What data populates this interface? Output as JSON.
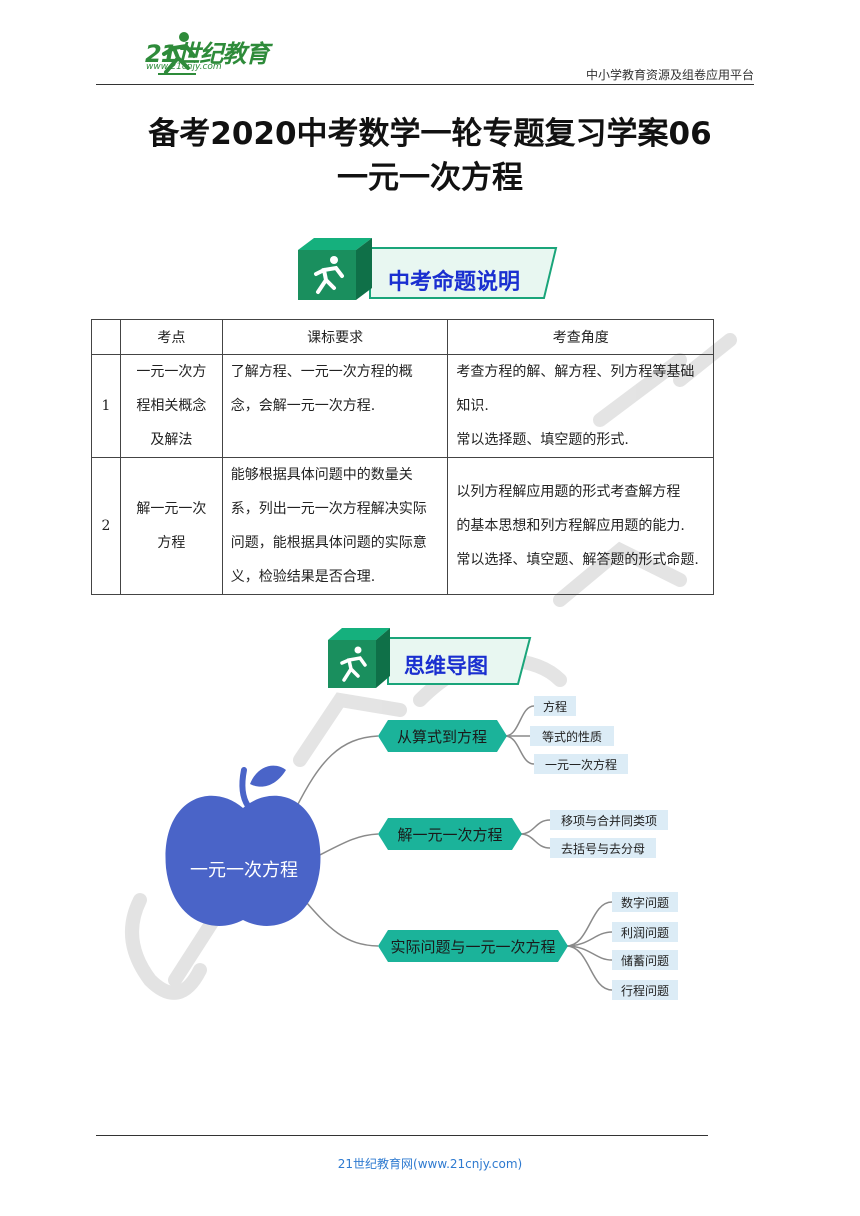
{
  "header": {
    "logo_text": "21世纪教育",
    "logo_sub": "www.21cnjy.com",
    "right_text": "中小学教育资源及组卷应用平台"
  },
  "title": {
    "line1": "备考2020中考数学一轮专题复习学案06",
    "line2": "一元一次方程"
  },
  "section1": {
    "label": "中考命题说明"
  },
  "table": {
    "headers": [
      "",
      "考点",
      "课标要求",
      "考查角度"
    ],
    "rows": [
      {
        "index": "1",
        "topic_lines": [
          "一元一次方",
          "程相关概念",
          "及解法"
        ],
        "requirement_lines": [
          "了解方程、一元一次方程的概",
          "念，会解一元一次方程."
        ],
        "angle_lines": [
          "考查方程的解、解方程、列方程等基础",
          "知识.",
          "常以选择题、填空题的形式."
        ]
      },
      {
        "index": "2",
        "topic_lines": [
          "解一元一次",
          "方程"
        ],
        "requirement_lines": [
          "能够根据具体问题中的数量关",
          "系，列出一元一次方程解决实际",
          "问题，能根据具体问题的实际意",
          "义，检验结果是否合理."
        ],
        "angle_lines": [
          "以列方程解应用题的形式考查解方程",
          "的基本思想和列方程解应用题的能力.",
          "常以选择、填空题、解答题的形式命题."
        ]
      }
    ]
  },
  "section2": {
    "label": "思维导图"
  },
  "mindmap": {
    "center": "一元一次方程",
    "branches": [
      {
        "label": "从算式到方程",
        "leaves": [
          "方程",
          "等式的性质",
          "一元一次方程"
        ]
      },
      {
        "label": "解一元一次方程",
        "leaves": [
          "移项与合并同类项",
          "去括号与去分母"
        ]
      },
      {
        "label": "实际问题与一元一次方程",
        "leaves": [
          "数字问题",
          "利润问题",
          "储蓄问题",
          "行程问题"
        ]
      }
    ],
    "colors": {
      "apple": "#4a64c8",
      "branch": "#1bb39a",
      "leaf": "#dcecf6",
      "line": "#8a8a8a"
    }
  },
  "footer": {
    "text": "21世纪教育网(www.21cnjy.com)"
  }
}
